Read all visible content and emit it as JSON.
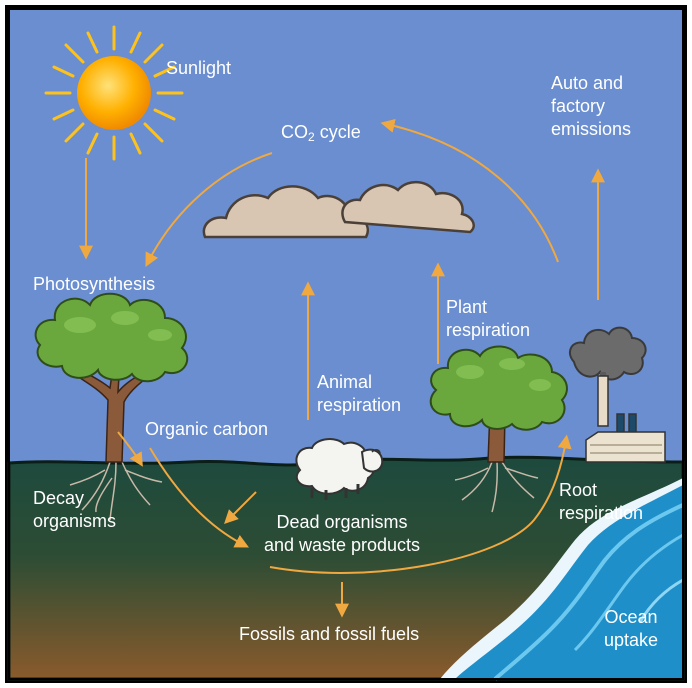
{
  "labels": {
    "sunlight": "Sunlight",
    "co2_prefix": "CO",
    "co2_sub": "2",
    "co2_suffix": " cycle",
    "auto_line1": "Auto and",
    "auto_line2": "factory",
    "auto_line3": "emissions",
    "photosynthesis": "Photosynthesis",
    "plant_resp_line1": "Plant",
    "plant_resp_line2": "respiration",
    "animal_resp_line1": "Animal",
    "animal_resp_line2": "respiration",
    "organic_carbon": "Organic carbon",
    "decay_line1": "Decay",
    "decay_line2": "organisms",
    "dead_line1": "Dead organisms",
    "dead_line2": "and waste products",
    "root_resp_line1": "Root",
    "root_resp_line2": "respiration",
    "fossils": "Fossils and fossil fuels",
    "ocean_line1": "Ocean",
    "ocean_line2": "uptake"
  },
  "colors": {
    "sky": "#6a8ecf",
    "ground_top": "#1d4a3e",
    "ground_bottom": "#8a5a2c",
    "arrow": "#f0a840",
    "sun": "#ffb000",
    "ocean": "#1e8fc9",
    "cloud": "#d9c6b2",
    "tree_foliage": "#6aa83e",
    "trunk": "#8a5a3a"
  }
}
